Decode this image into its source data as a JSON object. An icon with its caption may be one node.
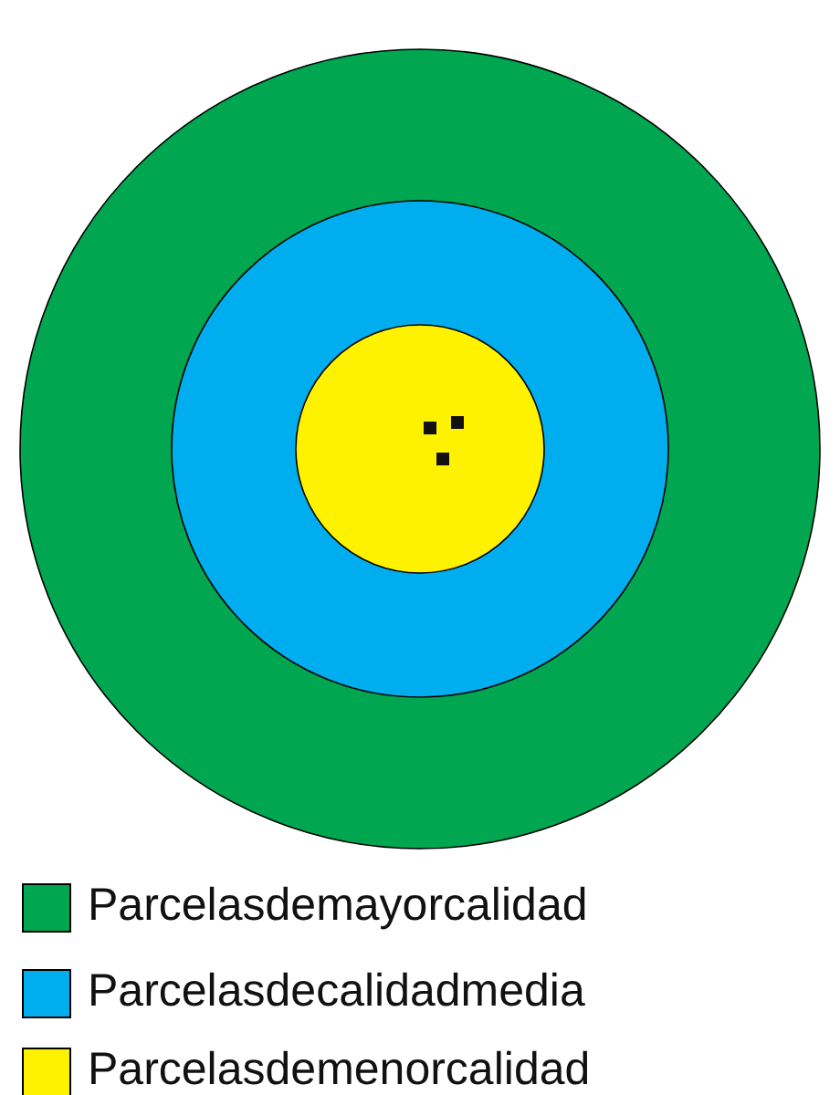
{
  "diagram": {
    "legend": [
      {
        "text": "Parcelasdemayorcalidad",
        "color": "#00a650"
      },
      {
        "text": "Parcelasdecalidadmedia",
        "color": "#00aeef"
      },
      {
        "text": "Parcelasdemenorcalidad",
        "color": "#fff200"
      }
    ]
  }
}
